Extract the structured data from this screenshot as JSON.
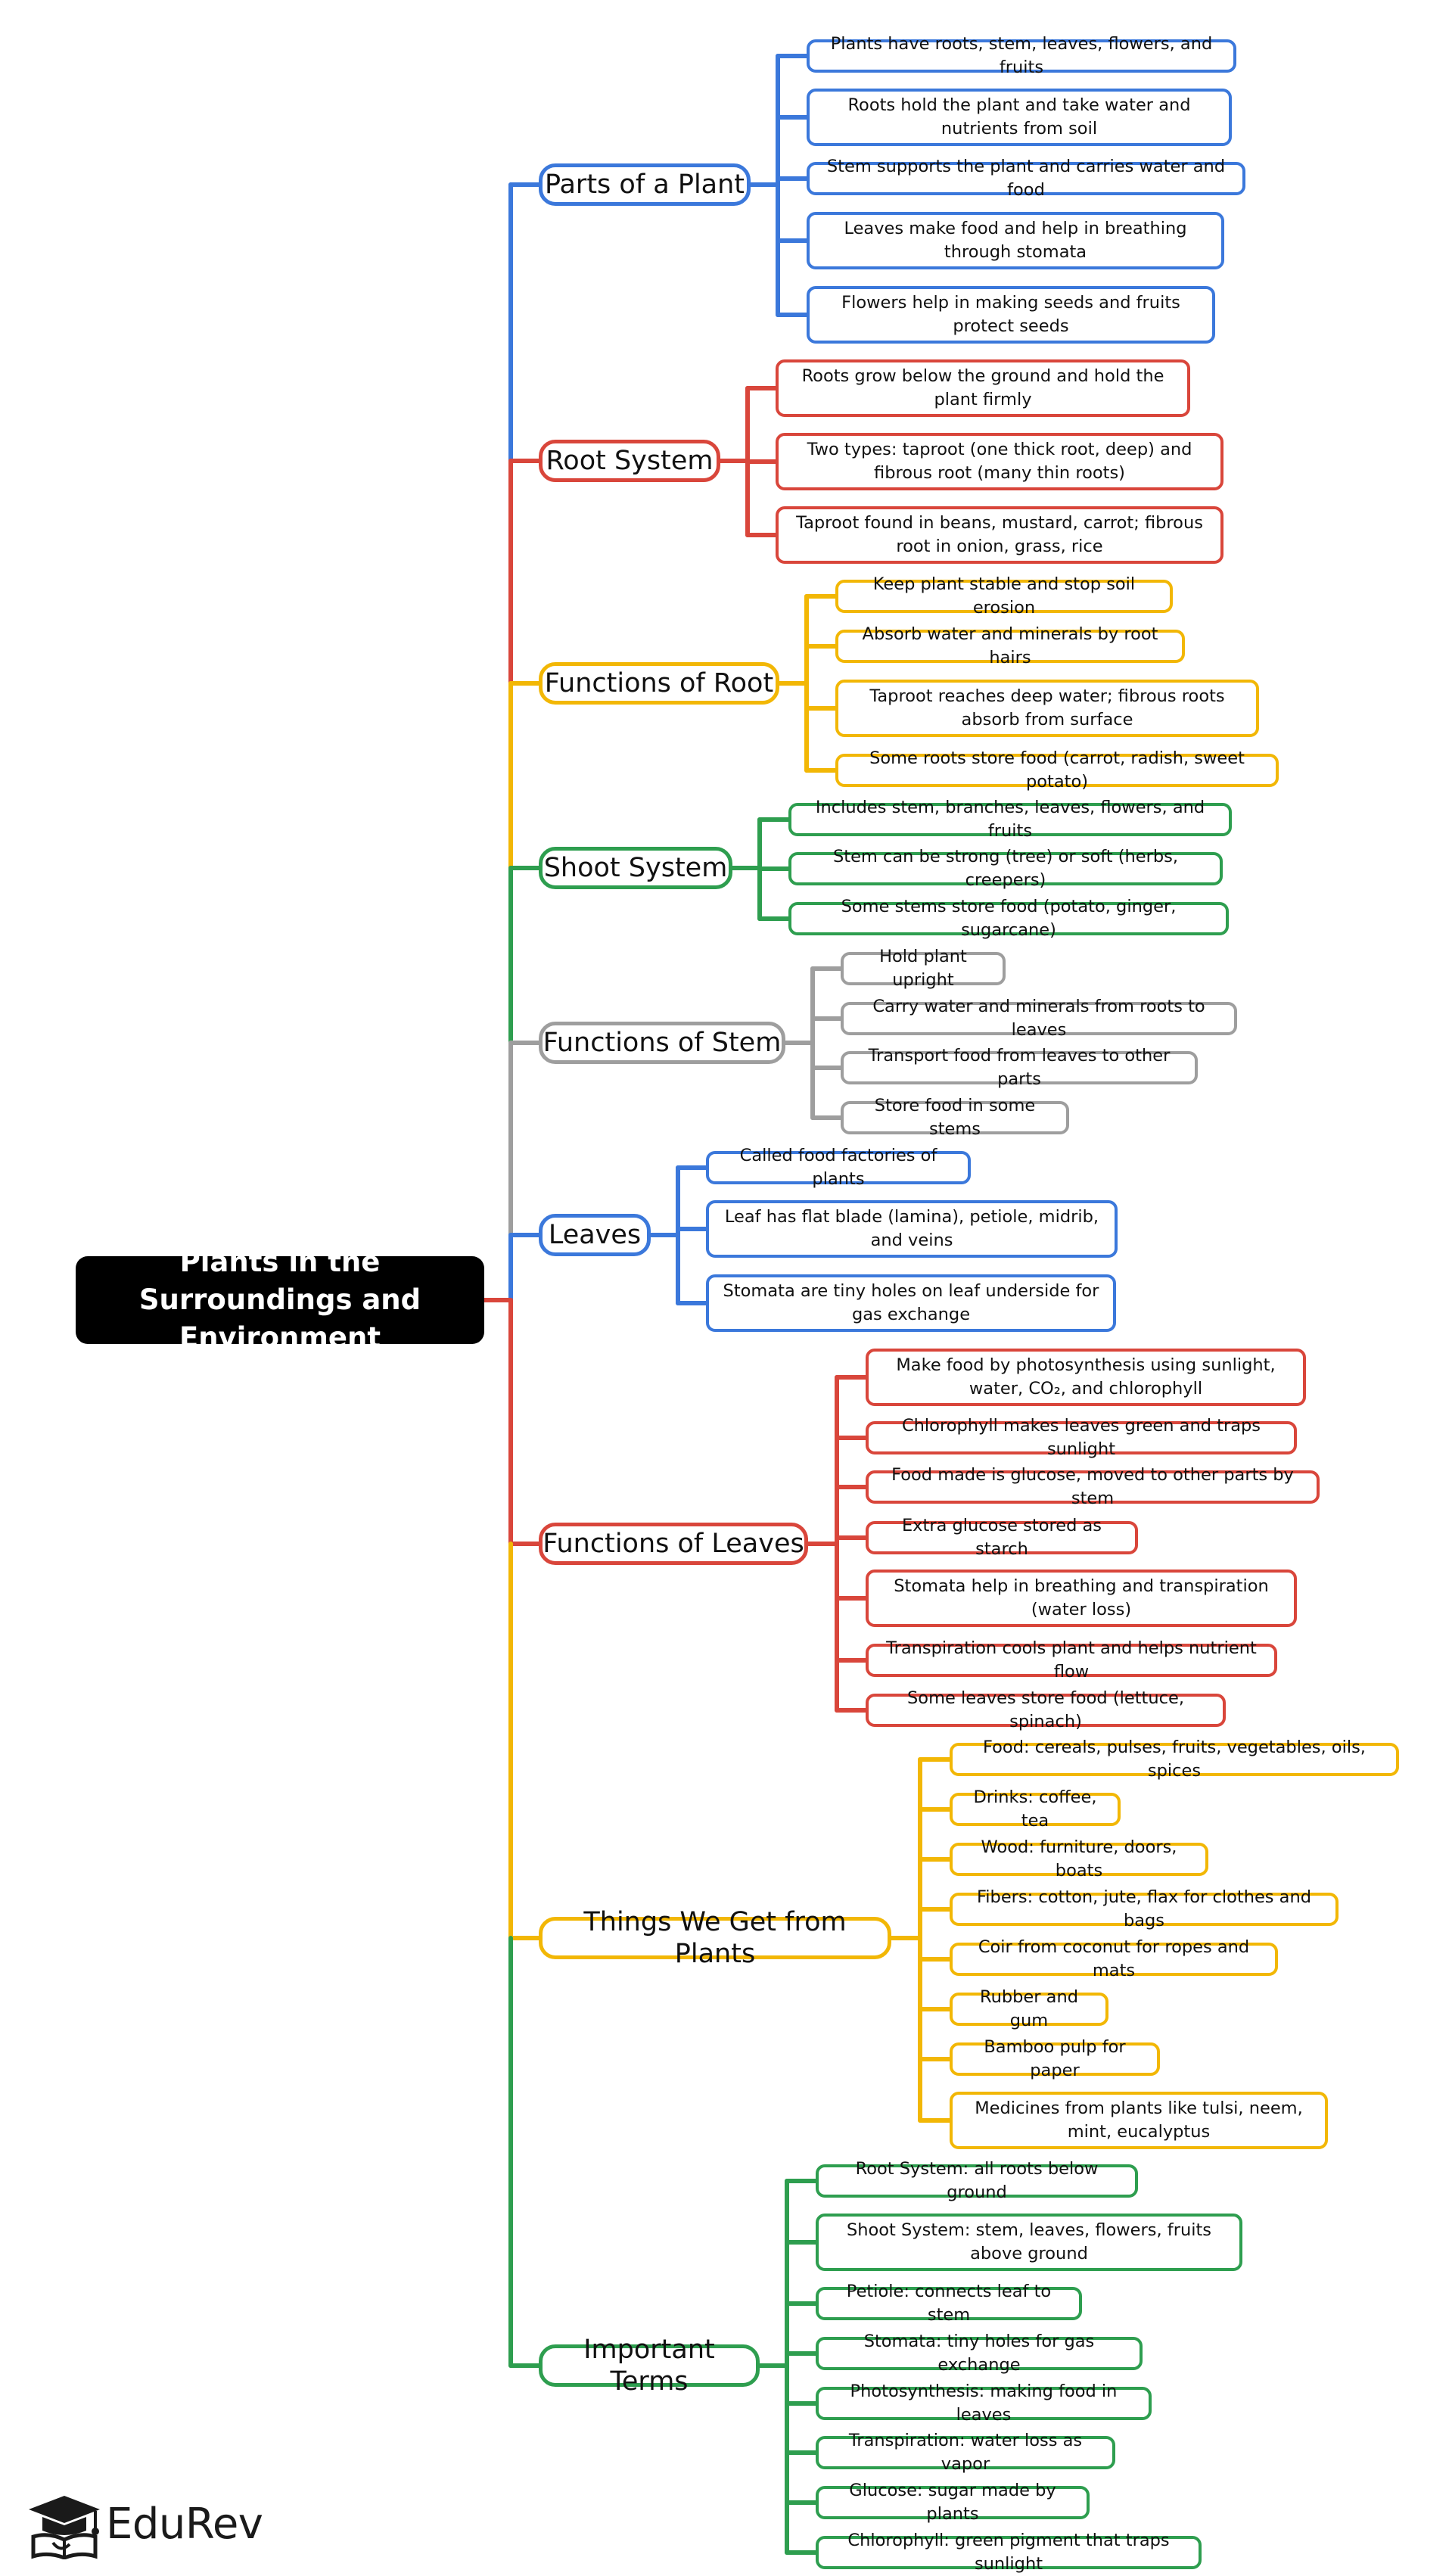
{
  "root": {
    "label": "Plants in the Surroundings and Environment",
    "color": "#000000"
  },
  "branches": [
    {
      "label": "Parts of a Plant",
      "color": "#3b78db",
      "children": [
        "Plants have roots, stem, leaves, flowers, and fruits",
        "Roots hold the plant and take water and nutrients from soil",
        "Stem supports the plant and carries water and food",
        "Leaves make food and help in breathing through stomata",
        "Flowers help in making seeds and fruits protect seeds"
      ]
    },
    {
      "label": "Root System",
      "color": "#d9463b",
      "children": [
        "Roots grow below the ground and hold the plant firmly",
        "Two types: taproot (one thick root, deep) and fibrous root (many thin roots)",
        "Taproot found in beans, mustard, carrot; fibrous root in onion, grass, rice"
      ]
    },
    {
      "label": "Functions of Root",
      "color": "#f2b705",
      "children": [
        "Keep plant stable and stop soil erosion",
        "Absorb water and minerals by root hairs",
        "Taproot reaches deep water; fibrous roots absorb from surface",
        "Some roots store food (carrot, radish, sweet potato)"
      ]
    },
    {
      "label": "Shoot System",
      "color": "#2e9e4f",
      "children": [
        "Includes stem, branches, leaves, flowers, and fruits",
        "Stem can be strong (tree) or soft (herbs, creepers)",
        "Some stems store food (potato, ginger, sugarcane)"
      ]
    },
    {
      "label": "Functions of Stem",
      "color": "#9e9e9e",
      "children": [
        "Hold plant upright",
        "Carry water and minerals from roots to leaves",
        "Transport food from leaves to other parts",
        "Store food in some stems"
      ]
    },
    {
      "label": "Leaves",
      "color": "#3b78db",
      "children": [
        "Called food factories of plants",
        "Leaf has flat blade (lamina), petiole, midrib, and veins",
        "Stomata are tiny holes on leaf underside for gas exchange"
      ]
    },
    {
      "label": "Functions of Leaves",
      "color": "#d9463b",
      "children": [
        "Make food by photosynthesis using sunlight, water, CO₂, and chlorophyll",
        "Chlorophyll makes leaves green and traps sunlight",
        "Food made is glucose, moved to other parts by stem",
        "Extra glucose stored as starch",
        "Stomata help in breathing and transpiration (water loss)",
        "Transpiration cools plant and helps nutrient flow",
        "Some leaves store food (lettuce, spinach)"
      ]
    },
    {
      "label": "Things We Get from Plants",
      "color": "#f2b705",
      "children": [
        "Food: cereals, pulses, fruits, vegetables, oils, spices",
        "Drinks: coffee, tea",
        "Wood: furniture, doors, boats",
        "Fibers: cotton, jute, flax for clothes and bags",
        "Coir from coconut for ropes and mats",
        "Rubber and gum",
        "Bamboo pulp for paper",
        "Medicines from plants like tulsi, neem, mint, eucalyptus"
      ]
    },
    {
      "label": "Important Terms",
      "color": "#2e9e4f",
      "children": [
        "Root System: all roots below ground",
        "Shoot System: stem, leaves, flowers, fruits above ground",
        "Petiole: connects leaf to stem",
        "Stomata: tiny holes for gas exchange",
        "Photosynthesis: making food in leaves",
        "Transpiration: water loss as vapor",
        "Glucose: sugar made by plants",
        "Chlorophyll: green pigment that traps sunlight"
      ]
    }
  ],
  "brand": {
    "name": "EduRev",
    "logo_icon": "graduation-cap-book-icon"
  }
}
